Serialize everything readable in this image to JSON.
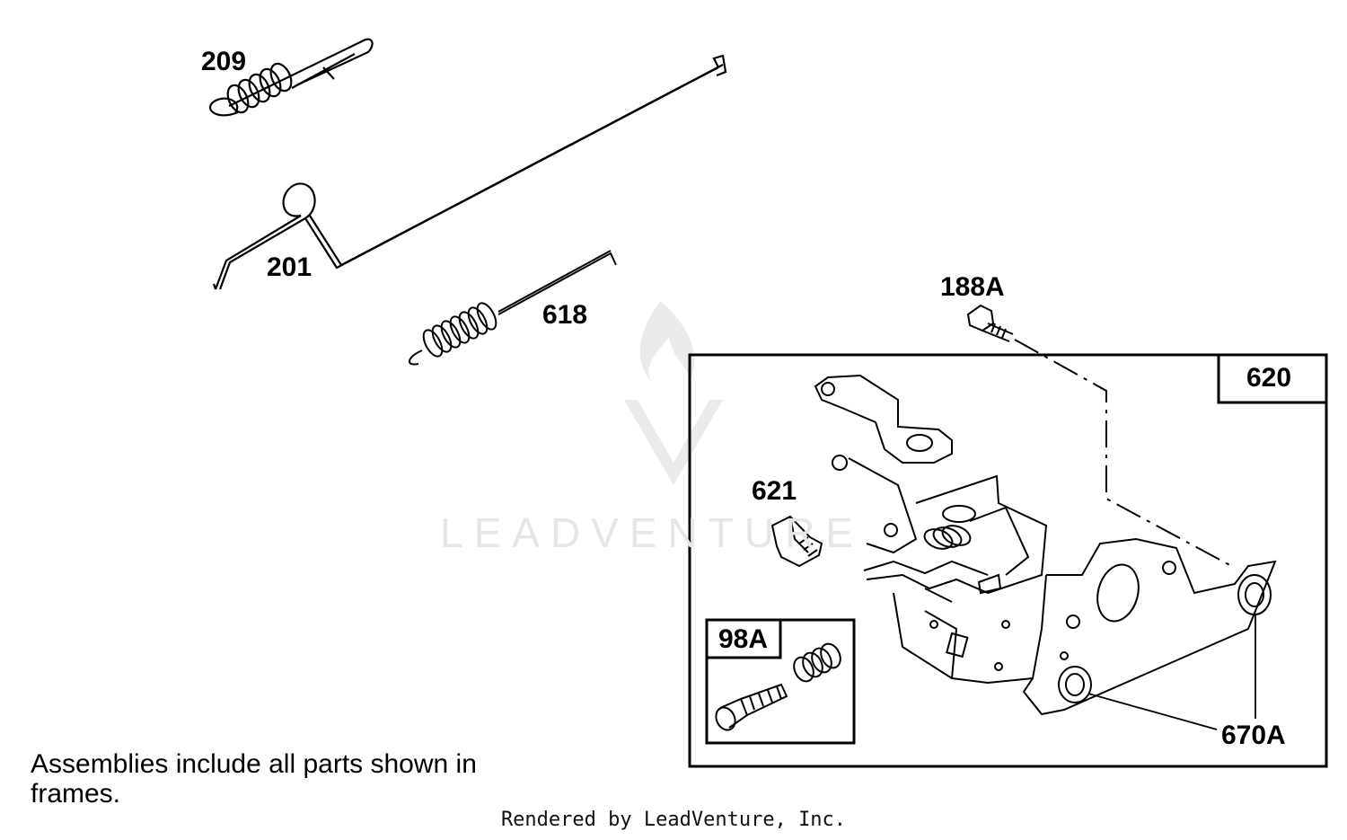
{
  "watermark": {
    "text": "LEADVENTURE"
  },
  "parts": [
    {
      "id": "209",
      "name": "spring-209"
    },
    {
      "id": "201",
      "name": "link-rod-201"
    },
    {
      "id": "618",
      "name": "spring-618"
    },
    {
      "id": "188A",
      "name": "screw-188A"
    },
    {
      "id": "621",
      "name": "clip-621"
    },
    {
      "id": "670A",
      "name": "bushing-670A"
    }
  ],
  "frames": {
    "main": {
      "label": "620"
    },
    "inset": {
      "label": "98A"
    }
  },
  "note": "Assemblies include all parts shown in frames.",
  "footer": "Rendered by LeadVenture, Inc."
}
